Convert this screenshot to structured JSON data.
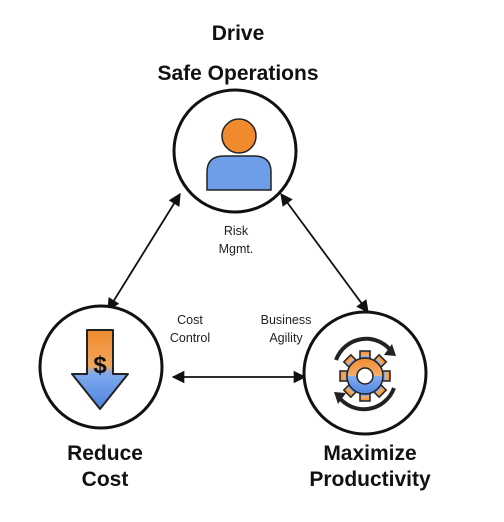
{
  "top_node": {
    "line1": "Drive",
    "line2": "Safe Operations",
    "icon": "person-icon"
  },
  "left_node": {
    "line1": "Reduce",
    "line2": "Cost",
    "icon": "dollar-down-arrow-icon"
  },
  "right_node": {
    "line1": "Maximize",
    "line2": "Productivity",
    "icon": "gear-cycle-icon"
  },
  "edge_labels": {
    "risk_1": "Risk",
    "risk_2": "Mgmt.",
    "cost_1": "Cost",
    "cost_2": "Control",
    "agility_1": "Business",
    "agility_2": "Agility"
  },
  "colors": {
    "orange": "#f0892c",
    "blue": "#5a8de6",
    "outline": "#111111"
  }
}
